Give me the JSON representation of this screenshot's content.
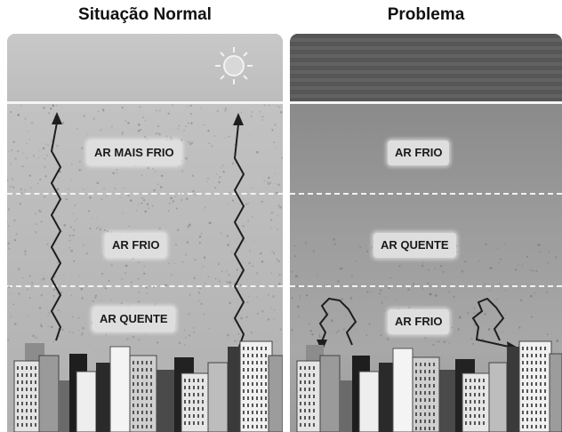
{
  "left_panel": {
    "title": "Situação Normal",
    "labels": [
      "AR MAIS FRIO",
      "AR FRIO",
      "AR QUENTE"
    ]
  },
  "right_panel": {
    "title": "Problema",
    "labels": [
      "AR FRIO",
      "AR QUENTE",
      "AR FRIO"
    ]
  },
  "icons": {
    "sun": "sun-icon",
    "rising_arrow": "wavy-up-arrow-icon",
    "trapped_arrow": "curled-down-arrow-icon",
    "city": "city-skyline-icon"
  }
}
